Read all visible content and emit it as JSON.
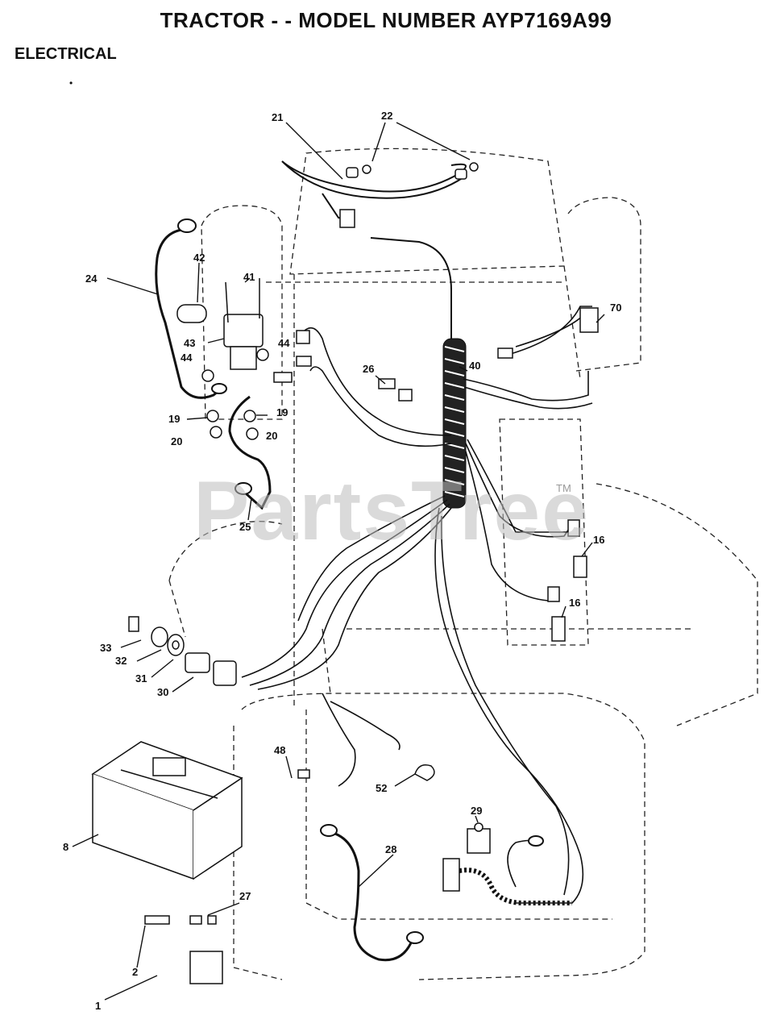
{
  "header": {
    "title": "TRACTOR - - MODEL NUMBER AYP7169A99",
    "section": "ELECTRICAL",
    "mark": "•"
  },
  "watermark": {
    "text": "PartsTree",
    "tm": "TM"
  },
  "callouts": [
    "21",
    "22",
    "24",
    "42",
    "41",
    "43",
    "44",
    "44",
    "19",
    "19",
    "20",
    "20",
    "25",
    "26",
    "40",
    "70",
    "16",
    "16",
    "33",
    "32",
    "31",
    "30",
    "48",
    "52",
    "29",
    "8",
    "28",
    "27",
    "2",
    "1"
  ]
}
